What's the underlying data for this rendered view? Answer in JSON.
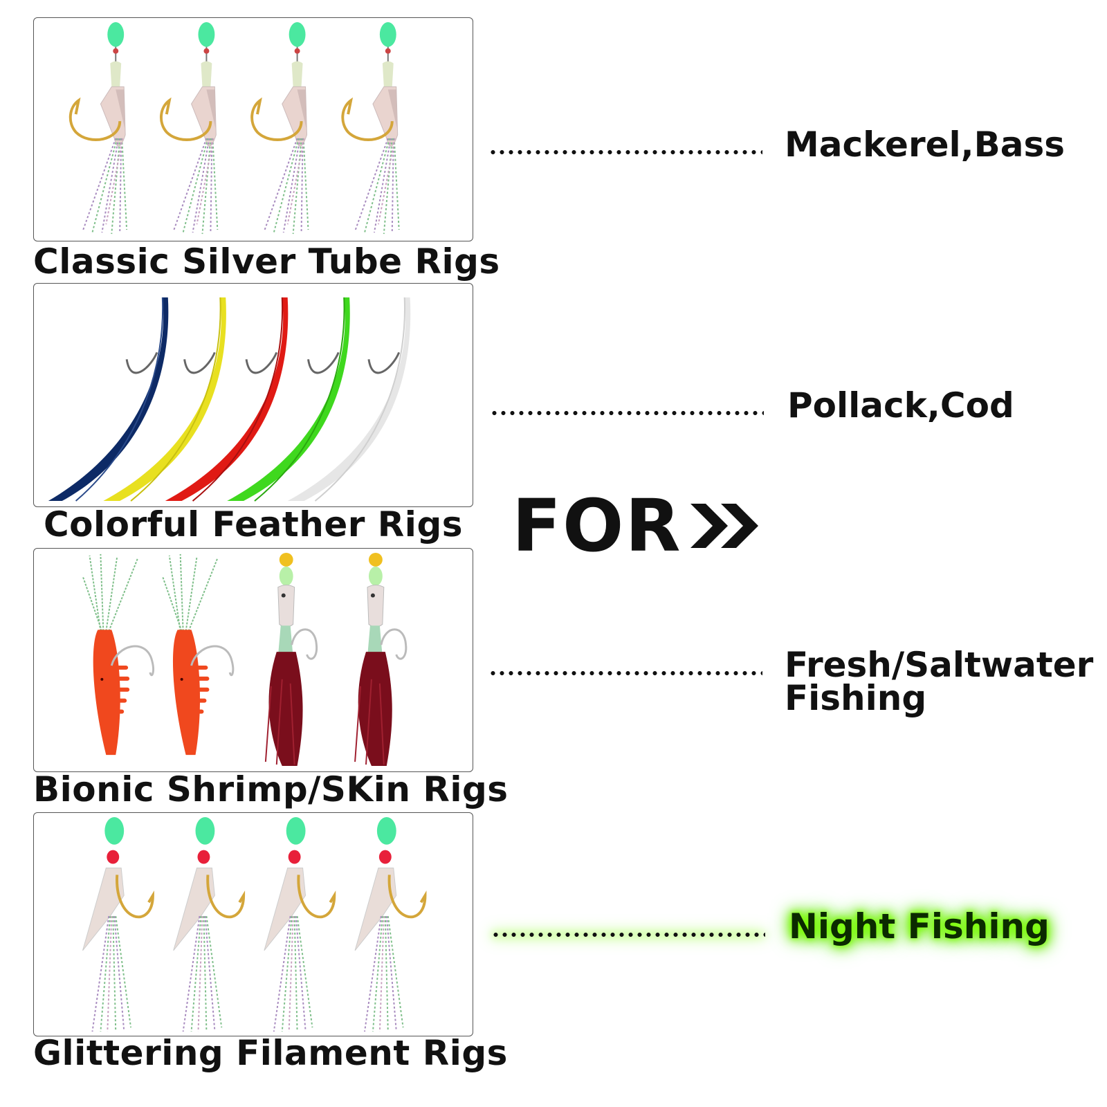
{
  "rigs": [
    {
      "caption": "Classic Silver Tube Rigs",
      "target": "Mackerel,Bass"
    },
    {
      "caption": "Colorful Feather Rigs",
      "target": "Pollack,Cod"
    },
    {
      "caption": "Bionic Shrimp/SKin Rigs",
      "target_line1": "Fresh/Saltwater",
      "target_line2": "Fishing"
    },
    {
      "caption": "Glittering Filament Rigs",
      "target": "Night Fishing"
    }
  ],
  "for_label": "FOR",
  "colors": {
    "glow": "#7cff00",
    "bead_green": "#4be8a0",
    "hook_gold": "#d4a63a",
    "feather_colors": [
      "#0d2a66",
      "#e8e020",
      "#e01a14",
      "#3fd81e",
      "#e6e6e6"
    ],
    "shrimp_orange": "#f0481e",
    "skirt_red": "#7a0e1c"
  },
  "icons": [
    "double-chevron-right-icon"
  ]
}
